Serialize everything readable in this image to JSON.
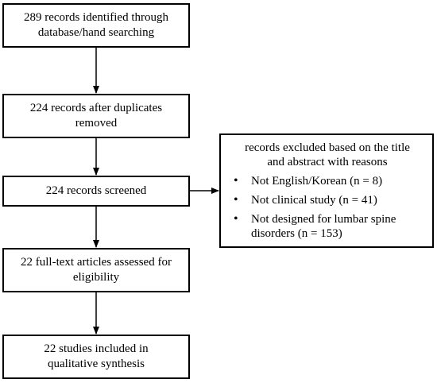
{
  "flow": {
    "identified": [
      "289 records identified through",
      "database/hand searching"
    ],
    "after_duplicates": [
      "224 records after duplicates",
      "removed"
    ],
    "screened": [
      "224 records screened"
    ],
    "full_text": [
      "22 full-text articles assessed for",
      "eligibility"
    ],
    "included": [
      "22 studies included in",
      "qualitative synthesis"
    ]
  },
  "excluded": {
    "heading": [
      "records excluded based on the title",
      "and abstract with reasons"
    ],
    "reasons": [
      [
        "Not English/Korean (n = 8)"
      ],
      [
        "Not clinical study (n = 41)"
      ],
      [
        "Not designed for lumbar spine",
        "disorders (n = 153)"
      ]
    ]
  }
}
